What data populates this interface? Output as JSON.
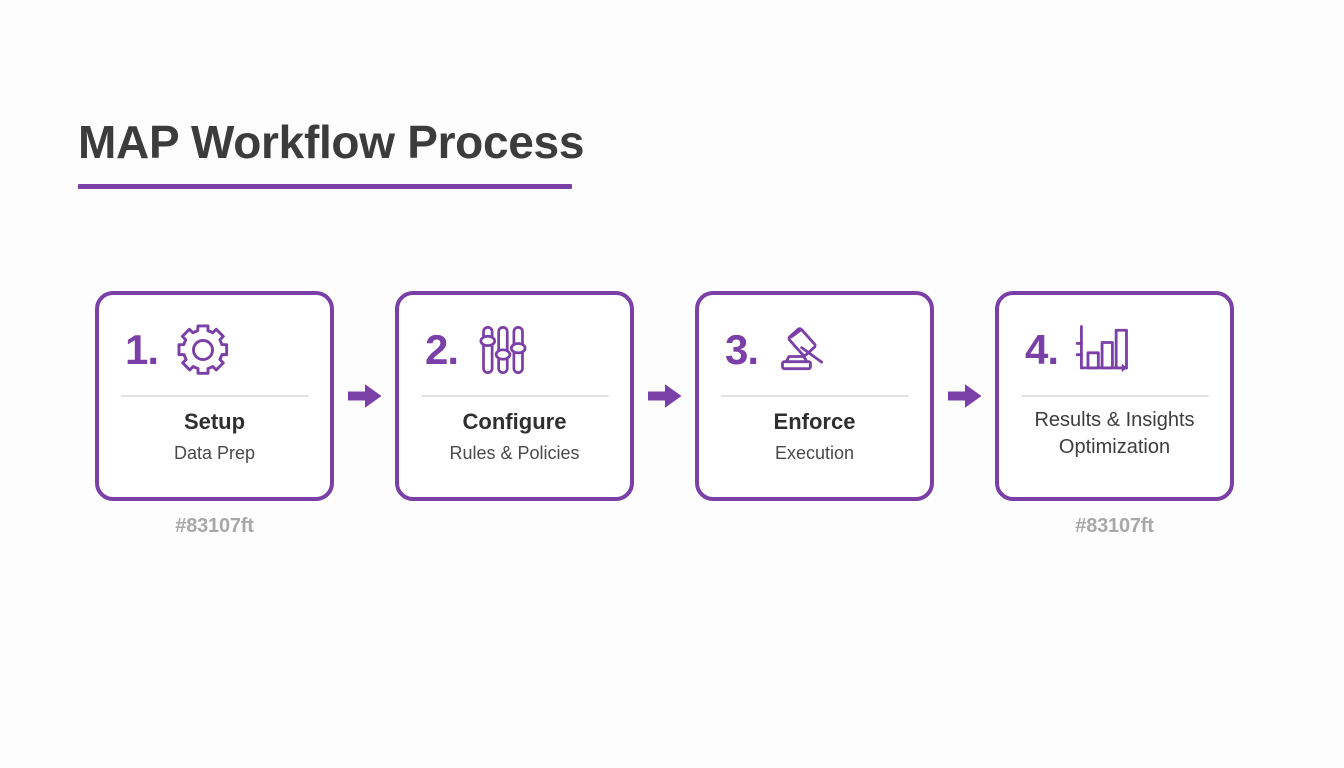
{
  "header": {
    "title": "MAP Workflow Process",
    "accent_color": "#7b3fa8",
    "rule_color": "#7b3fa8"
  },
  "theme": {
    "background": "#fdfdfd",
    "card_border": "#7b3fa8",
    "card_background": "#ffffff",
    "divider": "#e2e2e2",
    "title_text": "#3c3c3c",
    "label_text": "#2f2f2f",
    "sub_text": "#4a4a4a",
    "caption_text": "#a8a8a8",
    "arrow": "#7b3fa8"
  },
  "flow": {
    "connector_icon": "arrow-right-icon",
    "steps": [
      {
        "number": "1.",
        "icon": "gear-icon",
        "label": "Setup",
        "sub": "Data Prep",
        "caption": "#83107ft",
        "style": "bold"
      },
      {
        "number": "2.",
        "icon": "sliders-icon",
        "label": "Configure",
        "sub": "Rules & Policies",
        "caption": "",
        "style": "bold"
      },
      {
        "number": "3.",
        "icon": "gavel-icon",
        "label": "Enforce",
        "sub": "Execution",
        "caption": "",
        "style": "bold"
      },
      {
        "number": "4.",
        "icon": "bar-chart-icon",
        "label": "Results & Insights",
        "sub": "Optimization",
        "caption": "#83107ft",
        "style": "plain"
      }
    ]
  }
}
